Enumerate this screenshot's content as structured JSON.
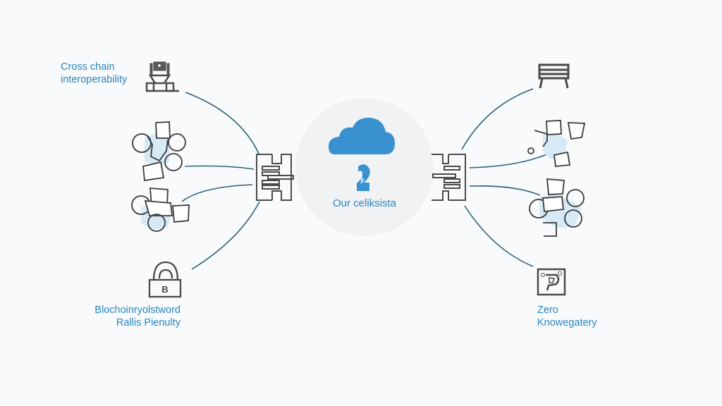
{
  "diagram": {
    "hub": {
      "label": "Our celiksista",
      "icon": "cloud-icon",
      "badge_glyph": "2",
      "color": "#3a91cf"
    },
    "nodes": [
      {
        "id": "cross-chain",
        "label_lines": [
          "Cross chain",
          "interoperability"
        ],
        "icon": "bridge-icon",
        "side": "left"
      },
      {
        "id": "left-puzzle-1",
        "label_lines": [],
        "icon": "puzzle-icon",
        "side": "left"
      },
      {
        "id": "left-puzzle-2",
        "label_lines": [],
        "icon": "puzzle-icon",
        "side": "left"
      },
      {
        "id": "blockchain-security",
        "label_lines": [
          "Blochoinryolstword",
          "Rallis Pienulty"
        ],
        "icon": "lock-icon",
        "side": "left"
      },
      {
        "id": "bench",
        "label_lines": [],
        "icon": "bench-icon",
        "side": "right"
      },
      {
        "id": "right-puzzle-1",
        "label_lines": [],
        "icon": "puzzle-icon",
        "side": "right"
      },
      {
        "id": "right-puzzle-2",
        "label_lines": [],
        "icon": "puzzle-icon",
        "side": "right"
      },
      {
        "id": "zero-knowledge",
        "label_lines": [
          "Zero",
          "Knowegatery"
        ],
        "icon": "shield-p-icon",
        "side": "right"
      }
    ],
    "connectors": [
      "left-gateway-icon",
      "right-gateway-icon"
    ],
    "colors": {
      "label": "#2a86c0",
      "line": "#2c5f7e",
      "icon": "#4a4a4a",
      "accent": "#b9dcef",
      "background": "#f9fafb"
    }
  }
}
